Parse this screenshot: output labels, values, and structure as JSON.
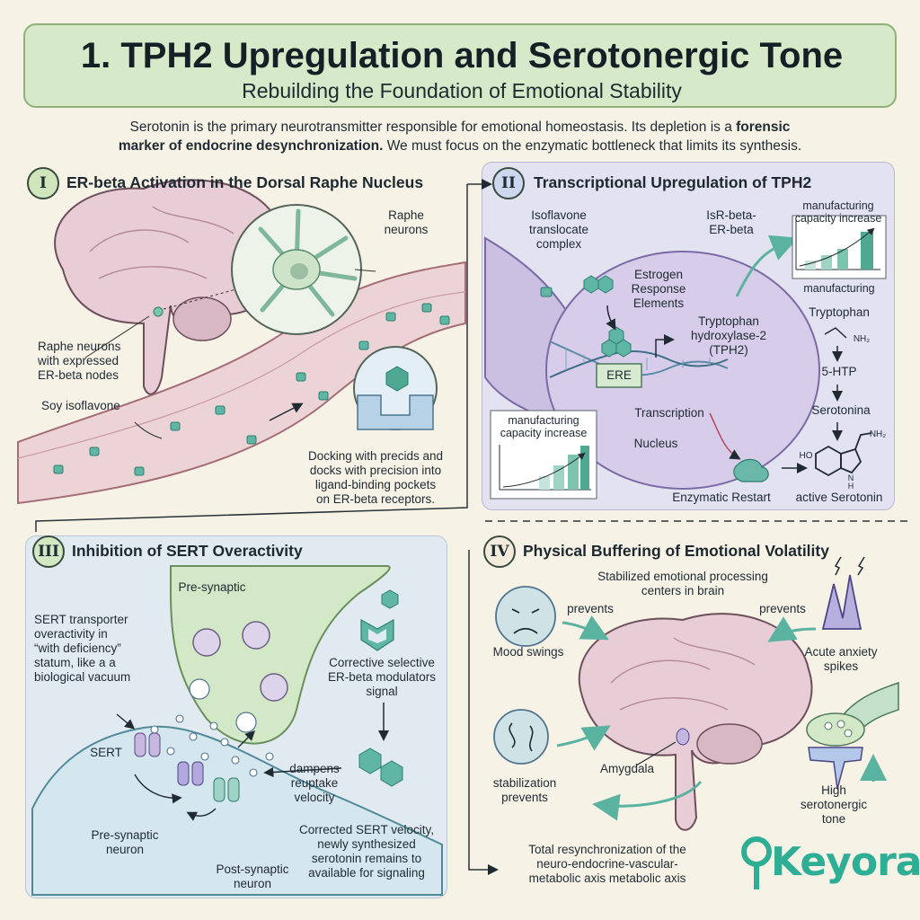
{
  "header": {
    "title": "1. TPH2 Upregulation and Serotonergic Tone",
    "subtitle": "Rebuilding the Foundation of Emotional Stability"
  },
  "intro": {
    "text_a": "Serotonin is the primary neurotransmitter responsible for emotional homeostasis. Its depletion is a ",
    "bold_a": "forensic",
    "bold_b": "marker of endocrine desynchronization.",
    "text_b": " We must focus on the enzymatic bottleneck that limits its synthesis."
  },
  "panel1": {
    "numeral": "I",
    "title": "ER-beta Activation in the Dorsal Raphe Nucleus",
    "raphe_neurons": "Raphe\nneurons",
    "raphe_expressed": "Raphe neurons\nwith expressed\nER-beta nodes",
    "soy": "Soy isoflavone",
    "docking": "Docking with precids and\ndocks with precision into\nligand-binding pockets\non ER-beta receptors."
  },
  "panel2": {
    "numeral": "II",
    "title": "Transcriptional Upregulation of TPH2",
    "isoflavone": "Isoflavone\ntranslocate\ncomplex",
    "isr": "IsR-beta-\nER-beta",
    "manufacturing_top": "manufacturing\ncapacity increase",
    "manufacturing_bottom": "manufacturing",
    "estrogen": "Estrogen\nResponse\nElements",
    "tph2": "Tryptophan\nhydroxylase-2\n(TPH2)",
    "ere": "ERE",
    "transcription": "Transcription",
    "nucleus": "Nucleus",
    "manufacturing_box": "manufacturing\ncapacity increase",
    "tryptophan": "Tryptophan",
    "nh2_a": "NH₂",
    "htp": "5-HTP",
    "serotonina": "Serotonina",
    "nh2_b": "NH₂",
    "ho": "HO",
    "n_h": "N\nH",
    "enzymatic": "Enzymatic Restart",
    "active": "active Serotonin"
  },
  "panel3": {
    "numeral": "III",
    "title": "Inhibition of SERT Overactivity",
    "presynaptic_top": "Pre-synaptic",
    "sert_overactivity": "SERT transporter\noveractivity in\n“with deficiency”\nstatum, like a a\nbiological vacuum",
    "corrective": "Corrective selective\nER-beta modulators\nsignal",
    "sert": "SERT",
    "dampens": "dampens\nreuptake\nvelocity",
    "presynaptic_neuron": "Pre-synaptic\nneuron",
    "corrected": "Corrected SERT velocity,\nnewly synthesized\nserotonin remains to\navailable for signaling",
    "postsynaptic": "Post-synaptic\nneuron"
  },
  "panel4": {
    "numeral": "IV",
    "title": "Physical Buffering of Emotional Volatility",
    "stabilized": "Stabilized emotional processing\ncenters in brain",
    "prevents_left": "prevents",
    "prevents_right": "prevents",
    "mood": "Mood swings",
    "anxiety": "Acute anxiety\nspikes",
    "stabilization": "stabilization\nprevents",
    "amygdala": "Amygdala",
    "high_tone": "High\nserotonergic\ntone",
    "resync": "Total resynchronization of the\nneuro-endocrine-vascular-\nmetabolic axis metabolic axis"
  },
  "brand": {
    "logo_text": "Keyora",
    "color": "#2fae96"
  },
  "colors": {
    "banner": "#d6e9c8",
    "panel2": "#e2e2f0",
    "panel3": "#e1eaf0",
    "teal": "#3fae9a",
    "pink": "#e9c9cf",
    "purple": "#c9bde0"
  }
}
